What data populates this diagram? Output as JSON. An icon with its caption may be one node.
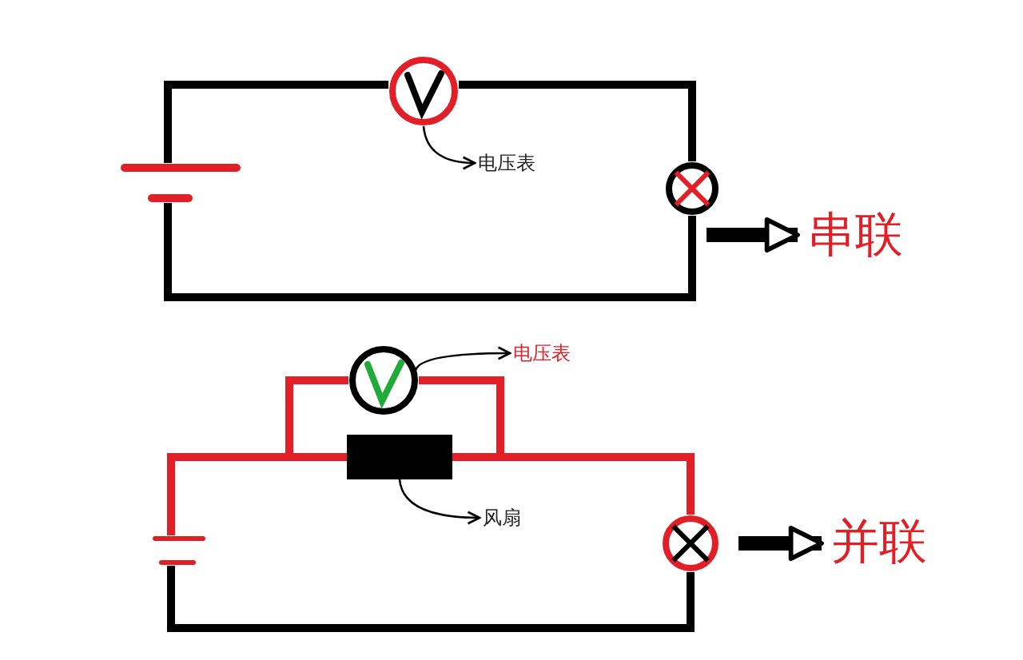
{
  "diagram": {
    "nodes": [
      {
        "text": [],
        "shape": "circle"
      },
      {
        "text": [
          "电压表"
        ]
      },
      {
        "text": [],
        "shape": "circle"
      },
      {
        "text": [
          "串联"
        ]
      },
      {
        "text": [],
        "shape": "circle"
      },
      {
        "text": [
          "电压表"
        ]
      },
      {
        "text": [],
        "shape": "box"
      },
      {
        "text": [
          "风扇"
        ]
      },
      {
        "text": [],
        "shape": "circle"
      },
      {
        "text": [
          "并联"
        ]
      },
      {
        "text": [],
        "shape": "battery"
      },
      {
        "text": [],
        "shape": "battery"
      }
    ],
    "edges": [
      {
        "from": 0,
        "to": 1,
        "arrow": "to"
      },
      {
        "from": 2,
        "to": 3,
        "arrow": "to",
        "style": "thick"
      },
      {
        "from": 4,
        "to": 5,
        "arrow": "to"
      },
      {
        "from": 6,
        "to": 7,
        "arrow": "to"
      },
      {
        "from": 8,
        "to": 9,
        "arrow": "to",
        "style": "thick"
      },
      {
        "from": 10,
        "to": 0,
        "arrow": "none"
      },
      {
        "from": 0,
        "to": 2,
        "arrow": "none"
      },
      {
        "from": 2,
        "to": 10,
        "arrow": "none"
      },
      {
        "from": 11,
        "to": 6,
        "arrow": "none",
        "color": "#e21f26"
      },
      {
        "from": 11,
        "to": 4,
        "arrow": "none",
        "color": "#e21f26"
      },
      {
        "from": 6,
        "to": 8,
        "arrow": "none",
        "color": "#e21f26"
      },
      {
        "from": 4,
        "to": 8,
        "arrow": "none",
        "color": "#e21f26"
      },
      {
        "from": 8,
        "to": 11,
        "arrow": "none"
      }
    ]
  }
}
